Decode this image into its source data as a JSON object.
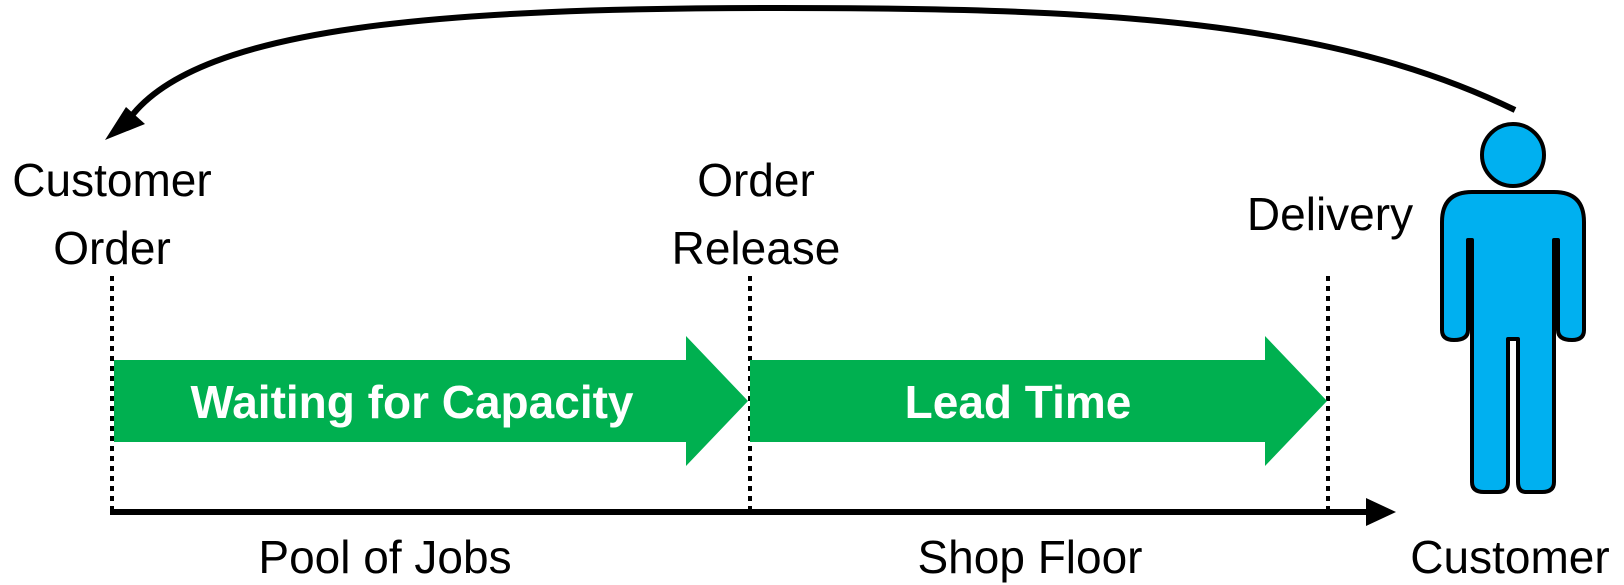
{
  "colors": {
    "arrow_fill": "#00b050",
    "person_fill": "#00b0f0",
    "line": "#000000"
  },
  "icons": {
    "customer": "person-icon"
  },
  "milestones": {
    "customer_order": {
      "line1": "Customer",
      "line2": "Order"
    },
    "order_release": {
      "line1": "Order",
      "line2": "Release"
    },
    "delivery": {
      "label": "Delivery"
    }
  },
  "phases": {
    "waiting": {
      "label": "Waiting for Capacity"
    },
    "lead_time": {
      "label": "Lead Time"
    }
  },
  "areas": {
    "pool": {
      "label": "Pool of Jobs"
    },
    "shop_floor": {
      "label": "Shop Floor"
    }
  },
  "customer": {
    "label": "Customer"
  }
}
